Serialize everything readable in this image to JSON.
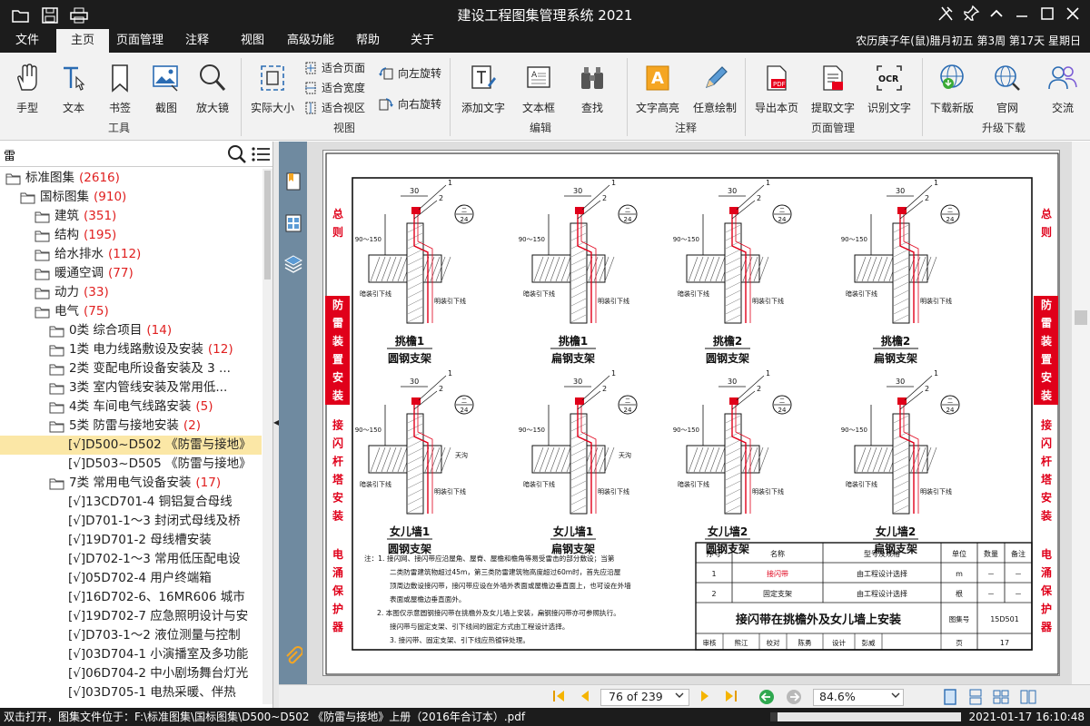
{
  "app": {
    "title": "建设工程图集管理系统 2021"
  },
  "menu": {
    "items": [
      "文件",
      "主页",
      "页面管理",
      "注释",
      "视图",
      "高级功能",
      "帮助",
      "关于"
    ],
    "active": "主页",
    "lunar_date": "农历庚子年(鼠)腊月初五 第3周 第17天 星期日"
  },
  "ribbon": {
    "tools": {
      "label": "工具",
      "hand": "手型",
      "text": "文本",
      "bookmark": "书签",
      "screenshot": "截图",
      "zoom_in": "放大镜"
    },
    "view": {
      "label": "视图",
      "actual_size": "实际大小",
      "fit_page": "适合页面",
      "fit_width": "适合宽度",
      "fit_view": "适合视区",
      "rotate_left": "向左旋转",
      "rotate_right": "向右旋转"
    },
    "edit": {
      "label": "编辑",
      "add_text": "添加文字",
      "text_box": "文本框",
      "find": "查找"
    },
    "annotate": {
      "label": "注释",
      "highlight": "文字高亮",
      "draw": "任意绘制"
    },
    "page_mgmt": {
      "label": "页面管理",
      "export_page": "导出本页",
      "extract_text": "提取文字",
      "ocr": "识别文字"
    },
    "upgrade": {
      "label": "升级下载",
      "download": "下载新版",
      "website": "官网",
      "community": "交流"
    },
    "ocr_badge": "OCR"
  },
  "search": {
    "value": "雷"
  },
  "tree": [
    {
      "label": "标准图集",
      "count": "(2616)",
      "indent": 0
    },
    {
      "label": "国标图集",
      "count": "(910)",
      "indent": 1
    },
    {
      "label": "建筑",
      "count": "(351)",
      "indent": 2
    },
    {
      "label": "结构",
      "count": "(195)",
      "indent": 2
    },
    {
      "label": "给水排水",
      "count": "(112)",
      "indent": 2
    },
    {
      "label": "暖通空调",
      "count": "(77)",
      "indent": 2
    },
    {
      "label": "动力",
      "count": "(33)",
      "indent": 2
    },
    {
      "label": "电气",
      "count": "(75)",
      "indent": 2
    },
    {
      "label": "0类 综合项目",
      "count": "(14)",
      "indent": 3
    },
    {
      "label": "1类 电力线路敷设及安装",
      "count": "(12)",
      "indent": 3
    },
    {
      "label": "2类 变配电所设备安装及 3 ...",
      "count": "",
      "indent": 3
    },
    {
      "label": "3类 室内管线安装及常用低...",
      "count": "",
      "indent": 3
    },
    {
      "label": "4类 车间电气线路安装",
      "count": "(5)",
      "indent": 3
    },
    {
      "label": "5类 防雷与接地安装",
      "count": "(2)",
      "indent": 3
    },
    {
      "label": "[√]D500~D502 《防雷与接地》",
      "count": "",
      "indent": 4,
      "selected": true
    },
    {
      "label": "[√]D503~D505 《防雷与接地》",
      "count": "",
      "indent": 4
    },
    {
      "label": "7类 常用电气设备安装",
      "count": "(17)",
      "indent": 3
    },
    {
      "label": "[√]13CD701-4 铜铝复合母线",
      "count": "",
      "indent": 4
    },
    {
      "label": "[√]D701-1～3 封闭式母线及桥",
      "count": "",
      "indent": 4
    },
    {
      "label": "[√]19D701-2 母线槽安装",
      "count": "",
      "indent": 4
    },
    {
      "label": "[√]D702-1～3 常用低压配电设",
      "count": "",
      "indent": 4
    },
    {
      "label": "[√]05D702-4 用户终端箱",
      "count": "",
      "indent": 4
    },
    {
      "label": "[√]16D702-6、16MR606 城市",
      "count": "",
      "indent": 4
    },
    {
      "label": "[√]19D702-7 应急照明设计与安",
      "count": "",
      "indent": 4
    },
    {
      "label": "[√]D703-1～2 液位测量与控制",
      "count": "",
      "indent": 4
    },
    {
      "label": "[√]03D704-1 小演播室及多功能",
      "count": "",
      "indent": 4
    },
    {
      "label": "[√]06D704-2 中小剧场舞台灯光",
      "count": "",
      "indent": 4
    },
    {
      "label": "[√]03D705-1 电热采暖、伴热",
      "count": "",
      "indent": 4
    }
  ],
  "drawing": {
    "side_left": [
      {
        "text": "总则",
        "red": false
      },
      {
        "text": "防雷装置安装",
        "red": true
      },
      {
        "text": "接闪杆塔安装",
        "red": false
      },
      {
        "text": "电涌保护器",
        "red": false
      }
    ],
    "side_right": [
      {
        "text": "总则",
        "red": false
      },
      {
        "text": "防雷装置安装",
        "red": true
      },
      {
        "text": "接闪杆塔安装",
        "red": false
      },
      {
        "text": "电涌保护器",
        "red": false
      }
    ],
    "captions_row1": [
      [
        "挑檐1",
        "圆钢支架"
      ],
      [
        "挑檐1",
        "扁钢支架"
      ],
      [
        "挑檐2",
        "圆钢支架"
      ],
      [
        "挑檐2",
        "扁钢支架"
      ]
    ],
    "captions_row2": [
      [
        "女儿墙1",
        "圆钢支架"
      ],
      [
        "女儿墙1",
        "扁钢支架"
      ],
      [
        "女儿墙2",
        "圆钢支架"
      ],
      [
        "女儿墙2",
        "扁钢支架"
      ]
    ],
    "labels": {
      "dark_down": "暗装引下线",
      "open_down": "明装引下线",
      "gutter": "天沟",
      "dim30": "30",
      "dim90": "90",
      "dim150": "150",
      "dim90_150": "90～150",
      "c1": "1",
      "c2": "2",
      "circle_top": "二",
      "circle_bottom": "24"
    },
    "notes": [
      "注：1. 接闪网、接闪带应沿屋角、屋脊、屋檐和檐角等易受雷击的部分敷设；当第",
      "二类防雷建筑物超过45m，第三类防雷建筑物高度超过60m时，首先应沿屋",
      "顶周边敷设接闪带，接闪带应设在外墙外表面或屋檐边垂直面上，也可设在外墙",
      "表面或屋檐边垂直面外。",
      "2. 本图仅示意圆钢接闪带在挑檐外及女儿墙上安装，扁钢接闪带亦可参照执行。",
      "接闪带与固定支架、引下线间的固定方式由工程设计选择。",
      "3. 接闪带、固定支架、引下线应热镀锌处理。"
    ],
    "table": {
      "headers": [
        "序号",
        "名称",
        "型号及规格",
        "单位",
        "数量",
        "备注"
      ],
      "rows": [
        [
          "1",
          "接闪带",
          "由工程设计选择",
          "m",
          "－",
          "－"
        ],
        [
          "2",
          "固定支架",
          "由工程设计选择",
          "根",
          "－",
          "－"
        ]
      ]
    },
    "title": "接闪带在挑檐外及女儿墙上安装",
    "atlas_label": "图集号",
    "atlas_no": "15D501",
    "page_label": "页",
    "page_no": "17",
    "signoff": [
      "审核",
      "熊江",
      "校对",
      "陈勇",
      "设计",
      "彭威"
    ]
  },
  "nav": {
    "page_display": "76 of 239",
    "zoom": "84.6%"
  },
  "status": {
    "message": "双击打开，图集文件位于：F:\\标准图集\\国标图集\\D500~D502 《防雷与接地》上册（2016年合订本）.pdf",
    "progress": 0.04,
    "datetime": "2021-01-17 16:10:48"
  },
  "colors": {
    "accent_red": "#e8001b",
    "drawing_red": "#e0001a",
    "count_red": "#e02020",
    "selected_row": "#fbe7a6"
  }
}
